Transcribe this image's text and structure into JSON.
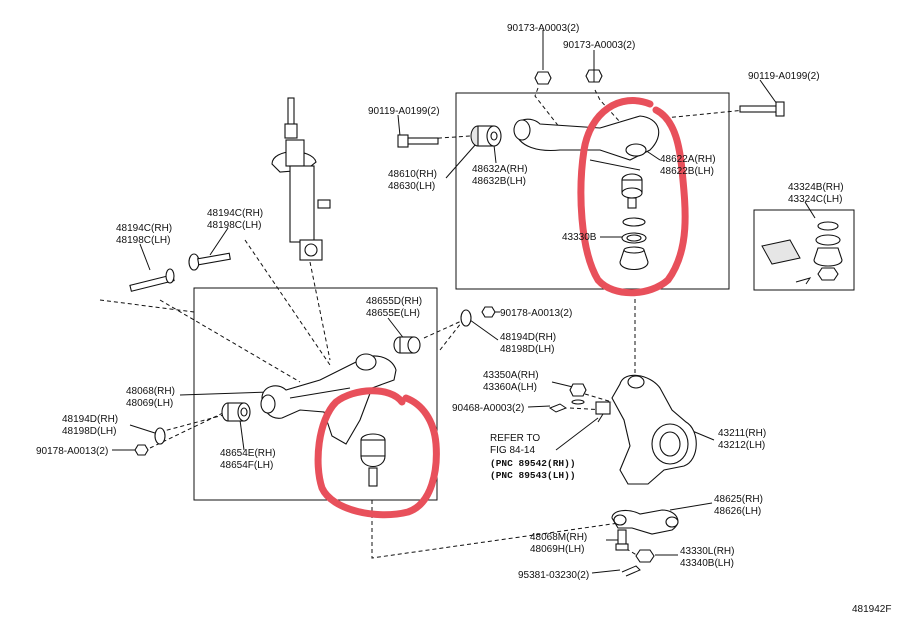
{
  "labels": {
    "p90173a": "90173-A0003(2)",
    "p90173b": "90173-A0003(2)",
    "p90119r": "90119-A0199(2)",
    "p90119l": "90119-A0199(2)",
    "p48610": "48610(RH)",
    "p48630": "48630(LH)",
    "p48632a": "48632A(RH)",
    "p48632b": "48632B(LH)",
    "p48622a": "48622A(RH)",
    "p48622b": "48622B(LH)",
    "p43330b": "43330B",
    "p43324b": "43324B(RH)",
    "p43324c": "43324C(LH)",
    "p48194c_a": "48194C(RH)",
    "p48198c_a": "48198C(LH)",
    "p48194c_b": "48194C(RH)",
    "p48198c_b": "48198C(LH)",
    "p48655d": "48655D(RH)",
    "p48655e": "48655E(LH)",
    "p90178r": "90178-A0013(2)",
    "p48194d_r": "48194D(RH)",
    "p48198d_r": "48198D(LH)",
    "p48068": "48068(RH)",
    "p48069": "48069(LH)",
    "p48194d_l": "48194D(RH)",
    "p48198d_l": "48198D(LH)",
    "p90178l": "90178-A0013(2)",
    "p48654e": "48654E(RH)",
    "p48654f": "48654F(LH)",
    "p43350a": "43350A(RH)",
    "p43360a": "43360A(LH)",
    "p90468": "90468-A0003(2)",
    "refer1": "REFER TO",
    "refer2": "FIG 84-14",
    "pnc1": "(PNC 89542(RH))",
    "pnc2": "(PNC 89543(LH))",
    "p43211": "43211(RH)",
    "p43212": "43212(LH)",
    "p48625": "48625(RH)",
    "p48626": "48626(LH)",
    "p48068m": "48068M(RH)",
    "p48069h": "48069H(LH)",
    "p43330l": "43330L(RH)",
    "p43340b": "43340B(LH)",
    "p95381": "95381-03230(2)",
    "figure_id": "481942F"
  },
  "colors": {
    "line": "#111111",
    "annotation": "#e8505b",
    "background": "#ffffff"
  }
}
